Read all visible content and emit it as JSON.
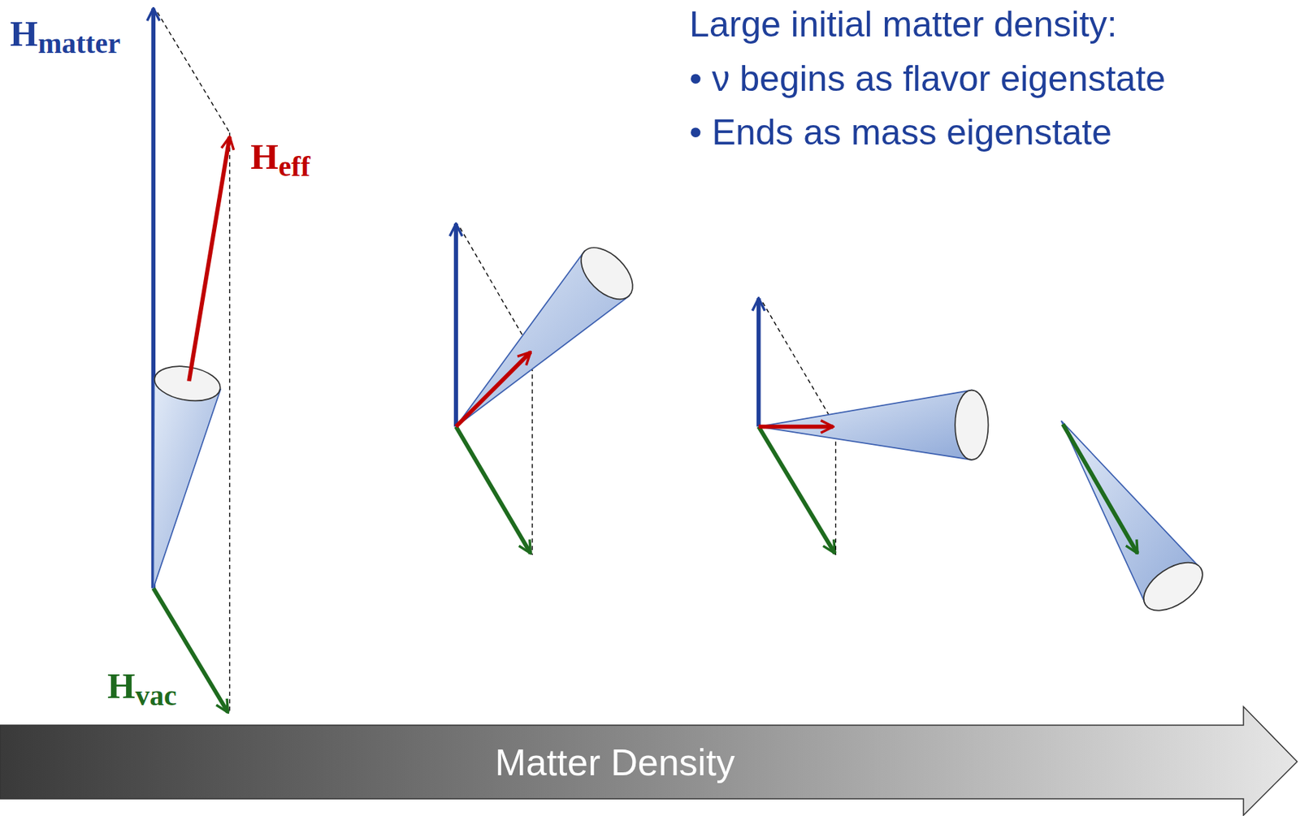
{
  "diagram": {
    "nodes": [
      {
        "text": [
          "Matter Density"
        ]
      }
    ],
    "labels": [
      "H",
      "matter",
      "H",
      "eff",
      "H",
      "vac",
      "Large initial matter density:",
      "• ν begins as flavor eigenstate",
      "• Ends as mass eigenstate"
    ]
  }
}
